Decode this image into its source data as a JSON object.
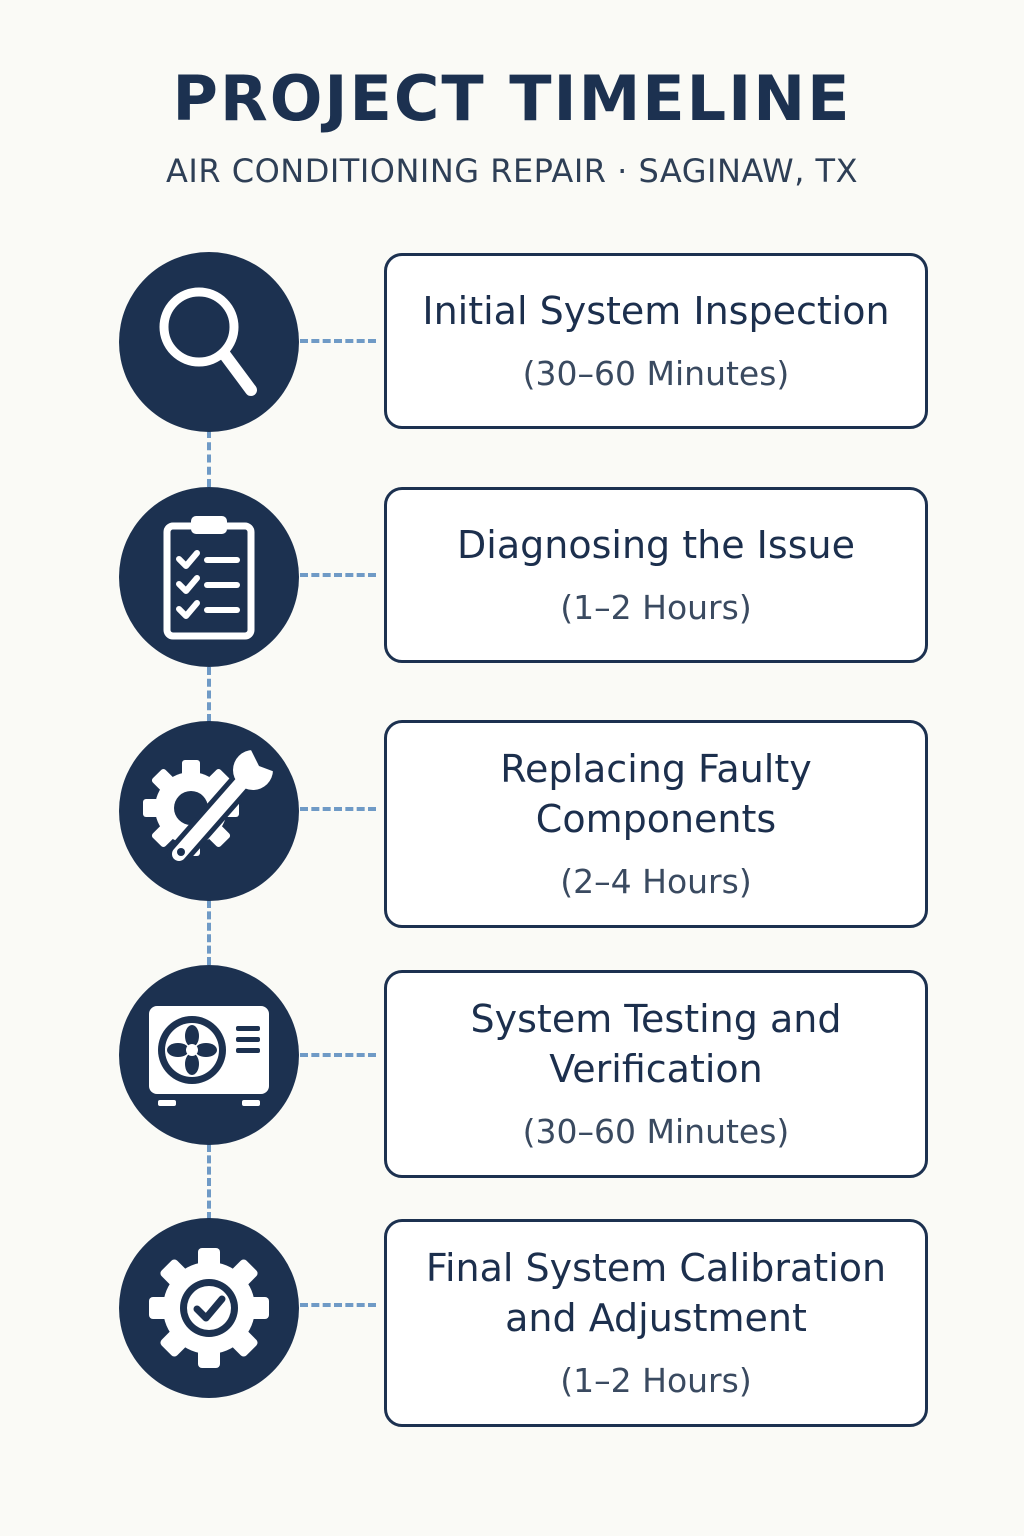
{
  "header": {
    "title": "PROJECT TIMELINE",
    "subtitle": "AIR CONDITIONING REPAIR · SAGINAW, TX"
  },
  "steps": [
    {
      "title": "Initial System Inspection",
      "duration": "(30–60 Minutes)",
      "icon": "magnifying-glass-icon"
    },
    {
      "title": "Diagnosing the Issue",
      "duration": "(1–2 Hours)",
      "icon": "clipboard-checklist-icon"
    },
    {
      "title": "Replacing Faulty Components",
      "duration": "(2–4 Hours)",
      "icon": "gear-wrench-icon"
    },
    {
      "title": "System Testing and Verification",
      "duration": "(30–60 Minutes)",
      "icon": "ac-unit-icon"
    },
    {
      "title": "Final System Calibration and Adjustment",
      "duration": "(1–2 Hours)",
      "icon": "gear-check-icon"
    }
  ],
  "colors": {
    "navy": "#1c3150",
    "connector": "#6f9ac6",
    "background": "#fafaf6"
  }
}
